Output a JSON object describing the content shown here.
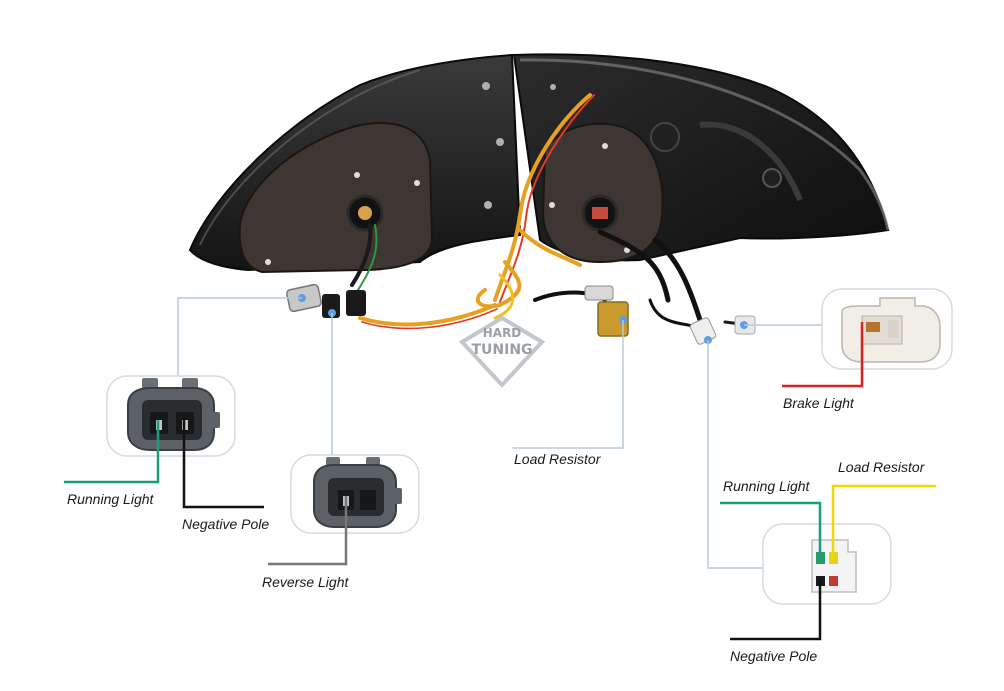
{
  "labels": {
    "running_light_left": "Running Light",
    "negative_pole_left": "Negative Pole",
    "reverse_light": "Reverse Light",
    "load_resistor_center": "Load Resistor",
    "brake_light": "Brake Light",
    "load_resistor_right": "Load Resistor",
    "running_light_right": "Running Light",
    "negative_pole_right": "Negative Pole"
  },
  "watermark": {
    "line1": "HARD",
    "line2": "TUNING"
  },
  "colors": {
    "running_light_wire": "#1a9e7a",
    "negative_pole_wire": "#111111",
    "brake_light_wire": "#e02020",
    "load_resistor_wire": "#f2d800",
    "reverse_light_wire": "#777777",
    "leader_line": "#b9c9d6"
  }
}
